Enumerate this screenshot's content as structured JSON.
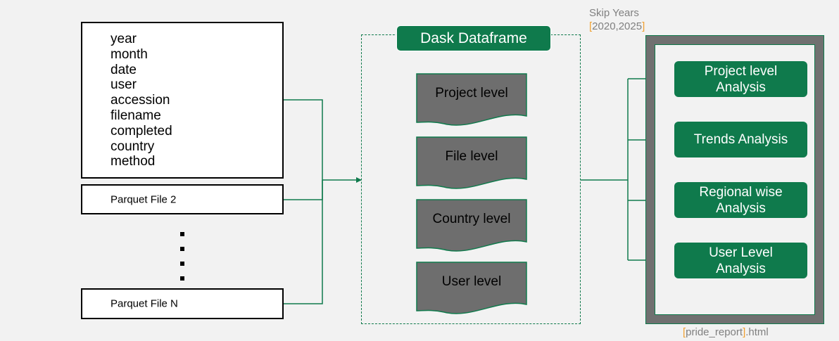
{
  "first_parquet": {
    "fields": [
      "year",
      "month",
      "date",
      "user",
      "accession",
      "filename",
      "completed",
      "country",
      "method"
    ]
  },
  "parquet_file_2": "Parquet File 2",
  "parquet_file_n": "Parquet File N",
  "dask": {
    "title": "Dask Dataframe",
    "levels": [
      "Project level",
      "File level",
      "Country level",
      "User level"
    ]
  },
  "skip_years": {
    "label": "Skip Years",
    "bracket_open": "[",
    "years": "2020,2025",
    "bracket_close": "]"
  },
  "analyses": [
    "Project level\nAnalysis",
    "Trends Analysis",
    "Regional wise\nAnalysis",
    "User Level\nAnalysis"
  ],
  "report": {
    "bracket_open": "[",
    "name": "pride_report",
    "bracket_close": "]",
    "ext": ".html"
  },
  "colors": {
    "accent_green": "#0f7a4c",
    "doc_gray": "#6e6e6e",
    "frame_gray": "#707070",
    "bracket_orange": "#f0a030"
  }
}
